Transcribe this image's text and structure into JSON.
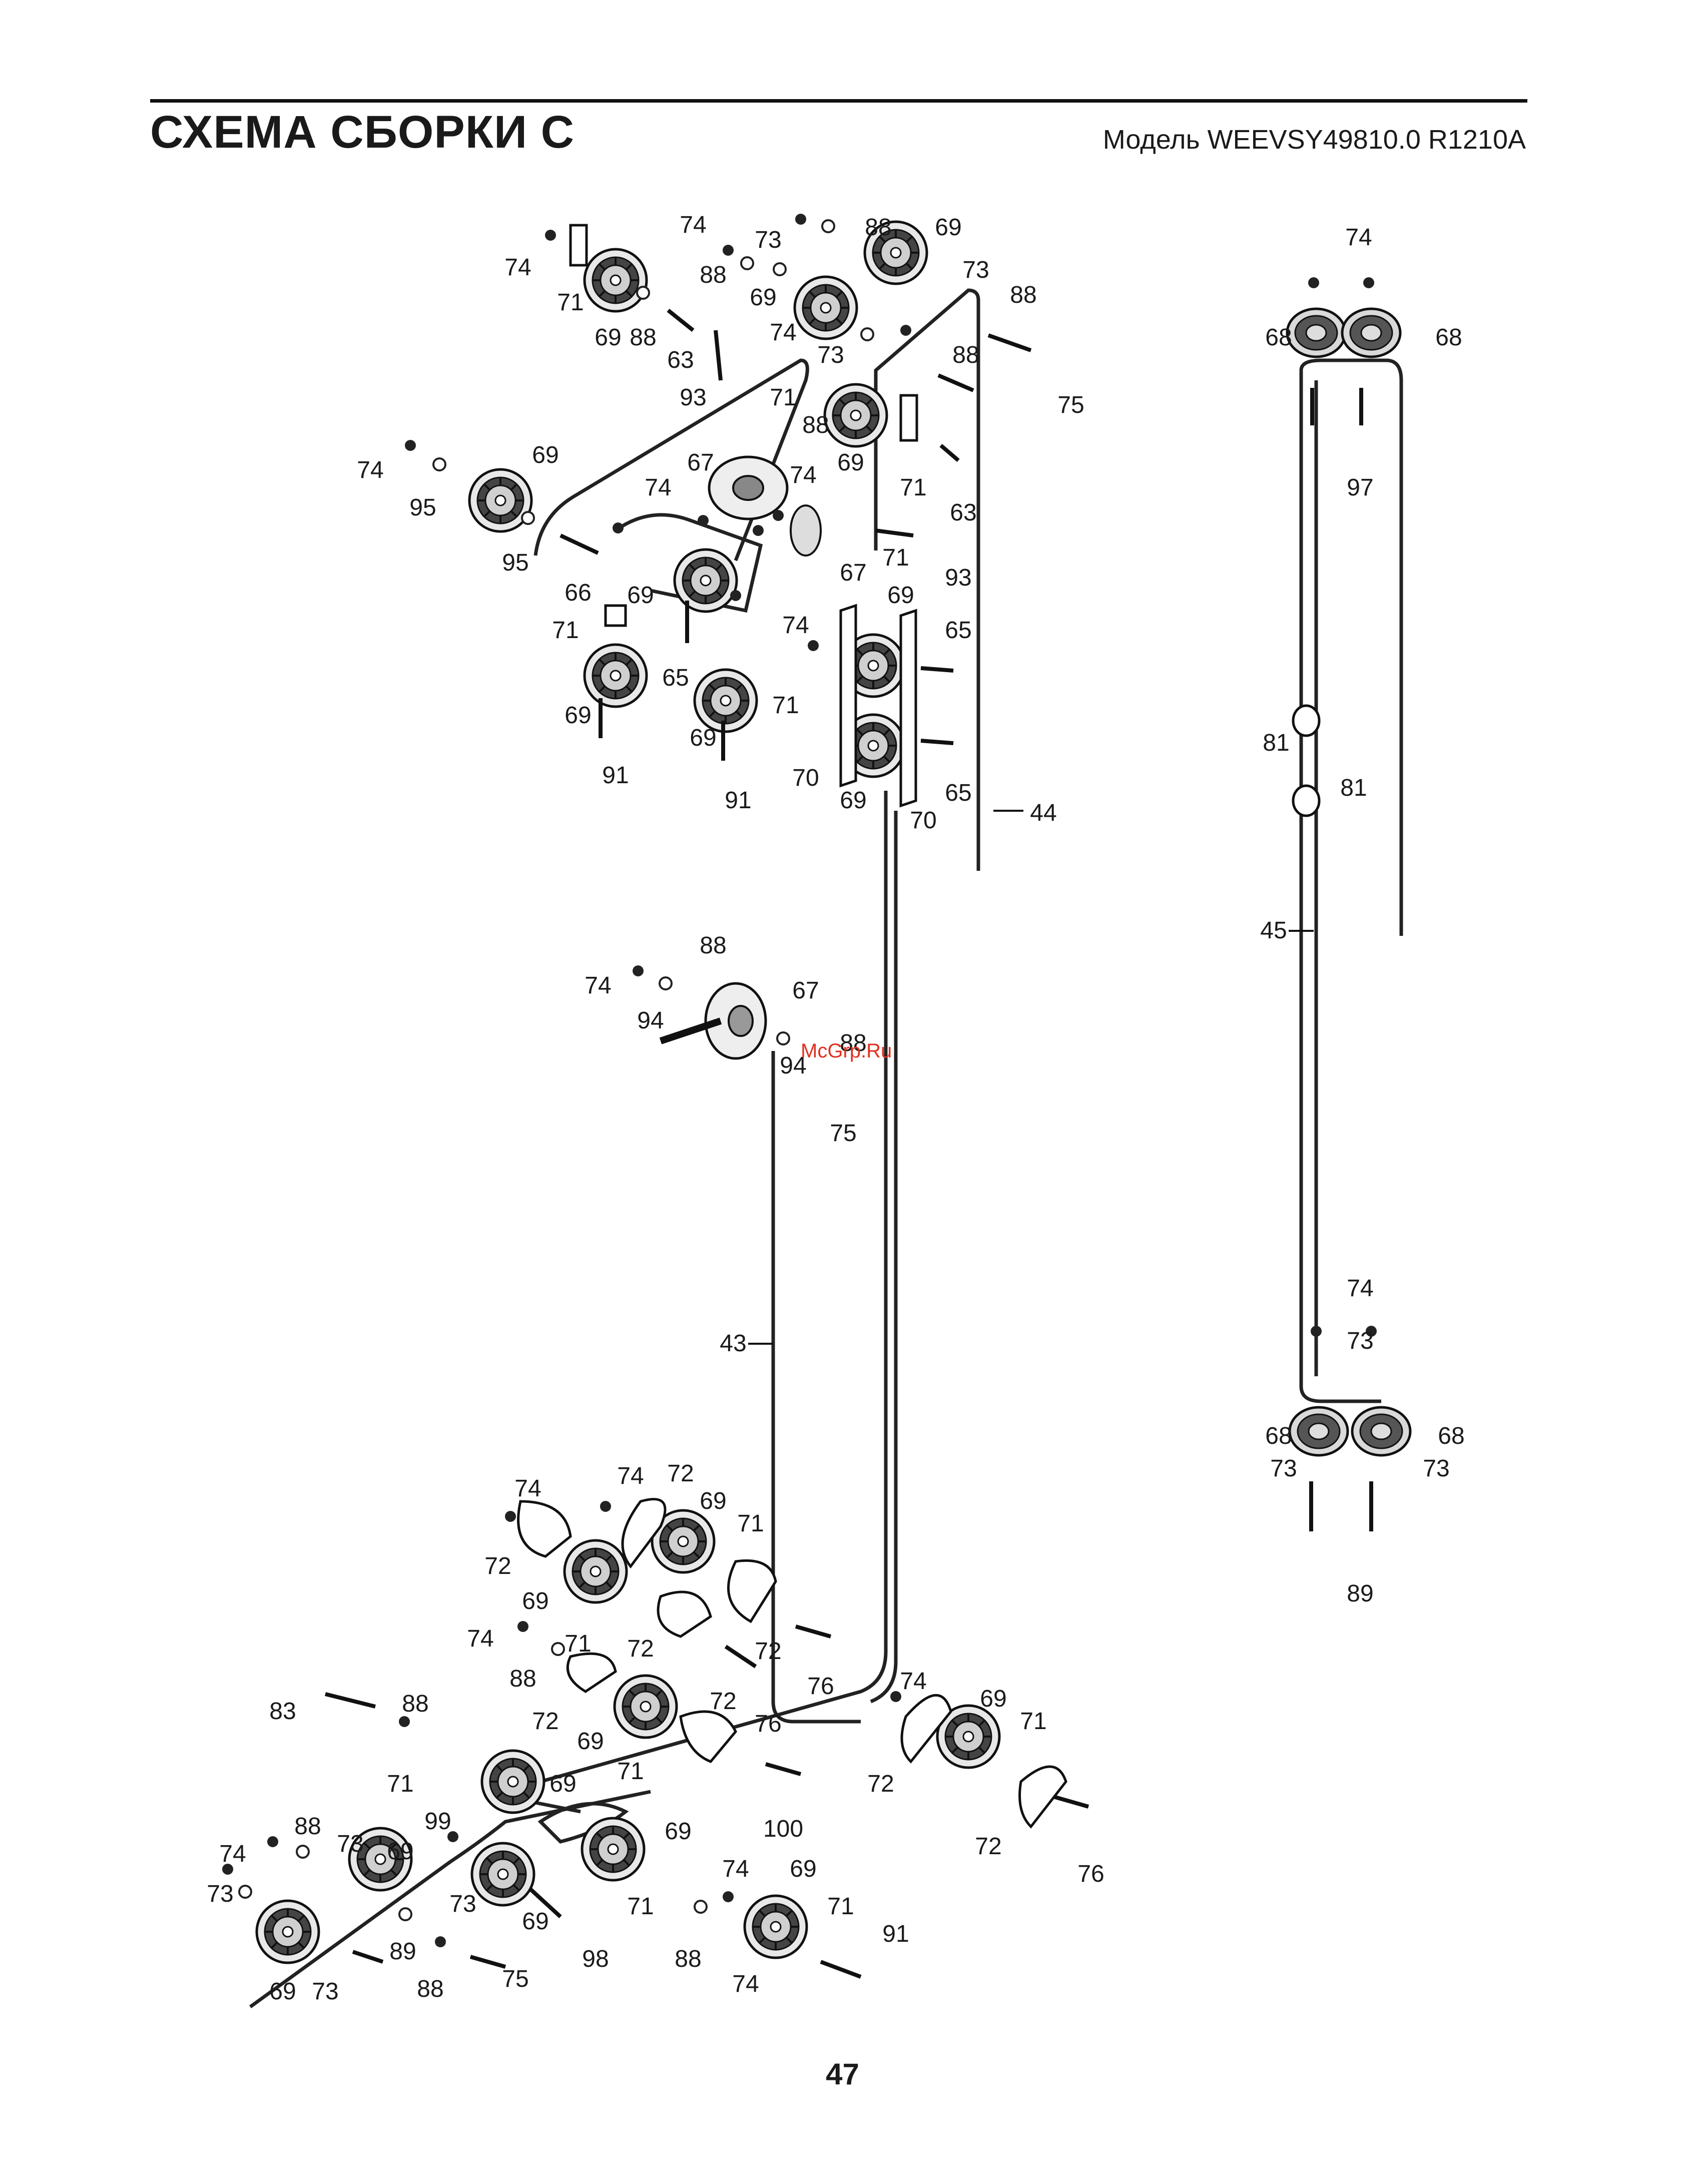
{
  "header": {
    "title": "СХЕМА СБОРКИ С",
    "model": "Модель WEEVSY49810.0 R1210A"
  },
  "page_number": "47",
  "watermark": "McGrp.Ru",
  "callouts": {
    "top_assembly": [
      "74",
      "88",
      "69",
      "73",
      "88",
      "69",
      "74",
      "71",
      "69",
      "88",
      "63",
      "74",
      "73",
      "88",
      "75",
      "93",
      "71",
      "88",
      "69",
      "71",
      "63",
      "74",
      "69",
      "95",
      "67",
      "74",
      "95",
      "66",
      "69",
      "74",
      "67",
      "71",
      "93",
      "71",
      "65",
      "74",
      "69",
      "65",
      "71",
      "69",
      "69",
      "91",
      "91",
      "70",
      "69",
      "70",
      "65",
      "44"
    ],
    "right_assembly": [
      "74",
      "68",
      "68",
      "97",
      "81",
      "81",
      "45",
      "74",
      "73",
      "68",
      "68",
      "73",
      "73",
      "89"
    ],
    "middle_assembly": [
      "88",
      "74",
      "67",
      "94",
      "88",
      "94",
      "75",
      "43"
    ],
    "bottom_assembly": [
      "74",
      "74",
      "72",
      "69",
      "71",
      "72",
      "69",
      "72",
      "74",
      "71",
      "72",
      "88",
      "76",
      "72",
      "72",
      "76",
      "69",
      "71",
      "83",
      "88",
      "74",
      "69",
      "71",
      "71",
      "69",
      "72",
      "100",
      "72",
      "76",
      "74",
      "88",
      "73",
      "69",
      "99",
      "69",
      "74",
      "69",
      "73",
      "73",
      "71",
      "71",
      "69",
      "69",
      "98",
      "88",
      "91",
      "89",
      "73",
      "88",
      "75",
      "74"
    ]
  }
}
